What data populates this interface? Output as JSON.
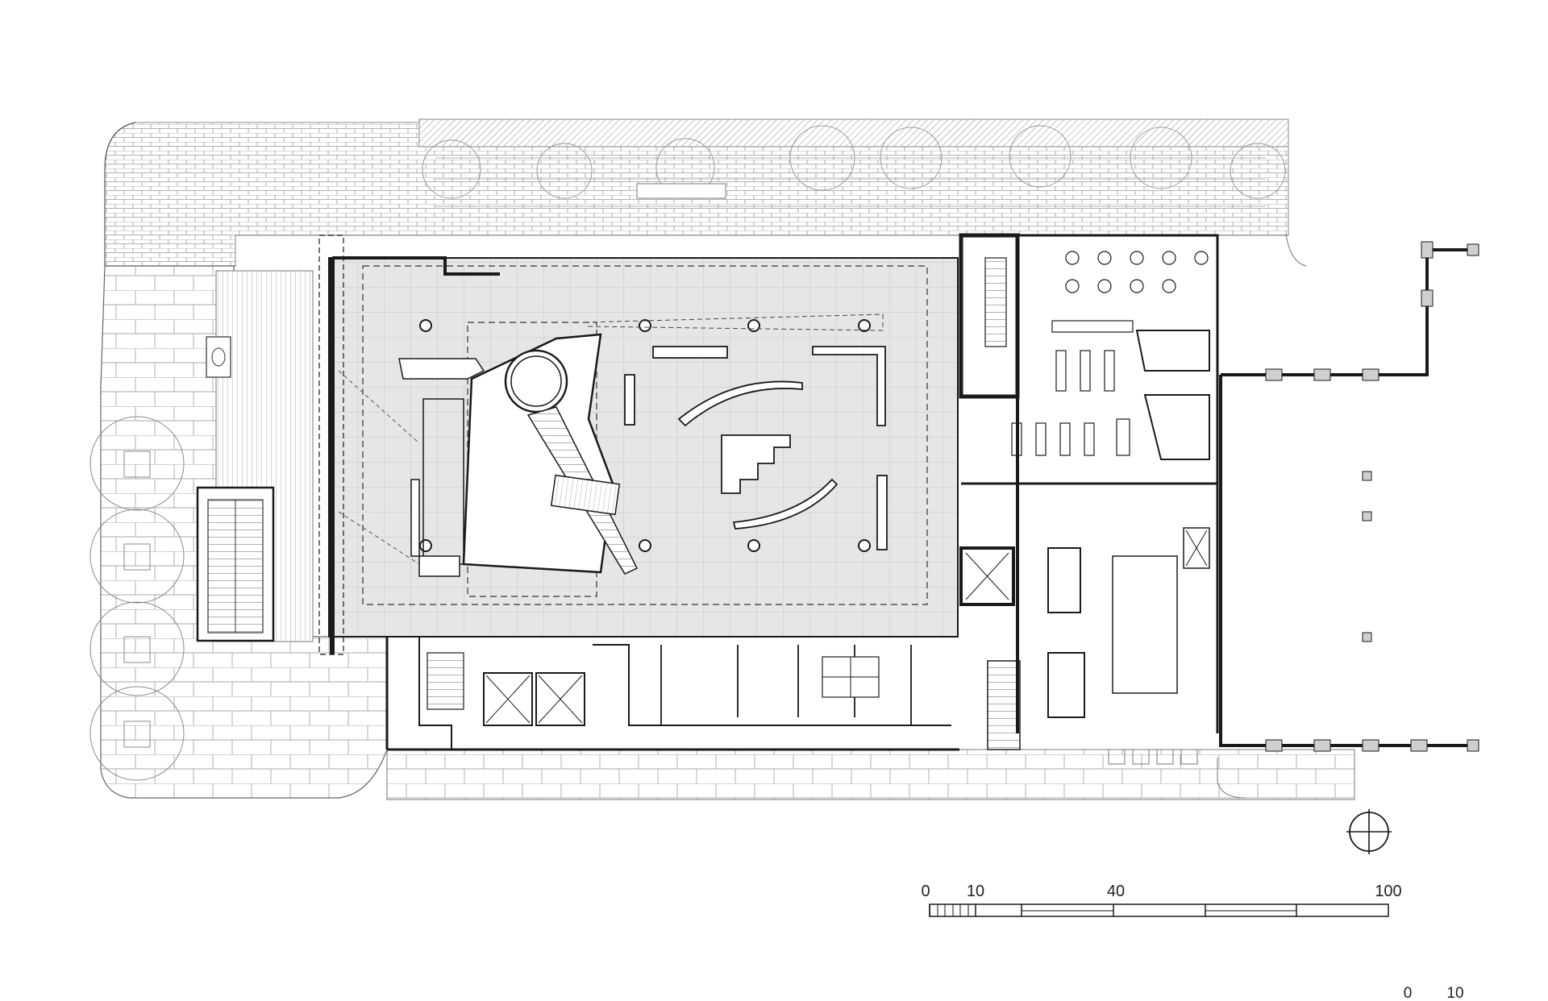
{
  "scale_bar": {
    "labels": [
      "0",
      "10",
      "40",
      "100"
    ]
  },
  "corner_scale": {
    "labels": [
      "0",
      "10"
    ]
  },
  "icons": {
    "north": "north-arrow-icon"
  },
  "colors": {
    "line": "#1a1a1a",
    "fine_line": "#8a8a8a",
    "floor_fill": "#e6e6e6",
    "paper": "#ffffff"
  }
}
